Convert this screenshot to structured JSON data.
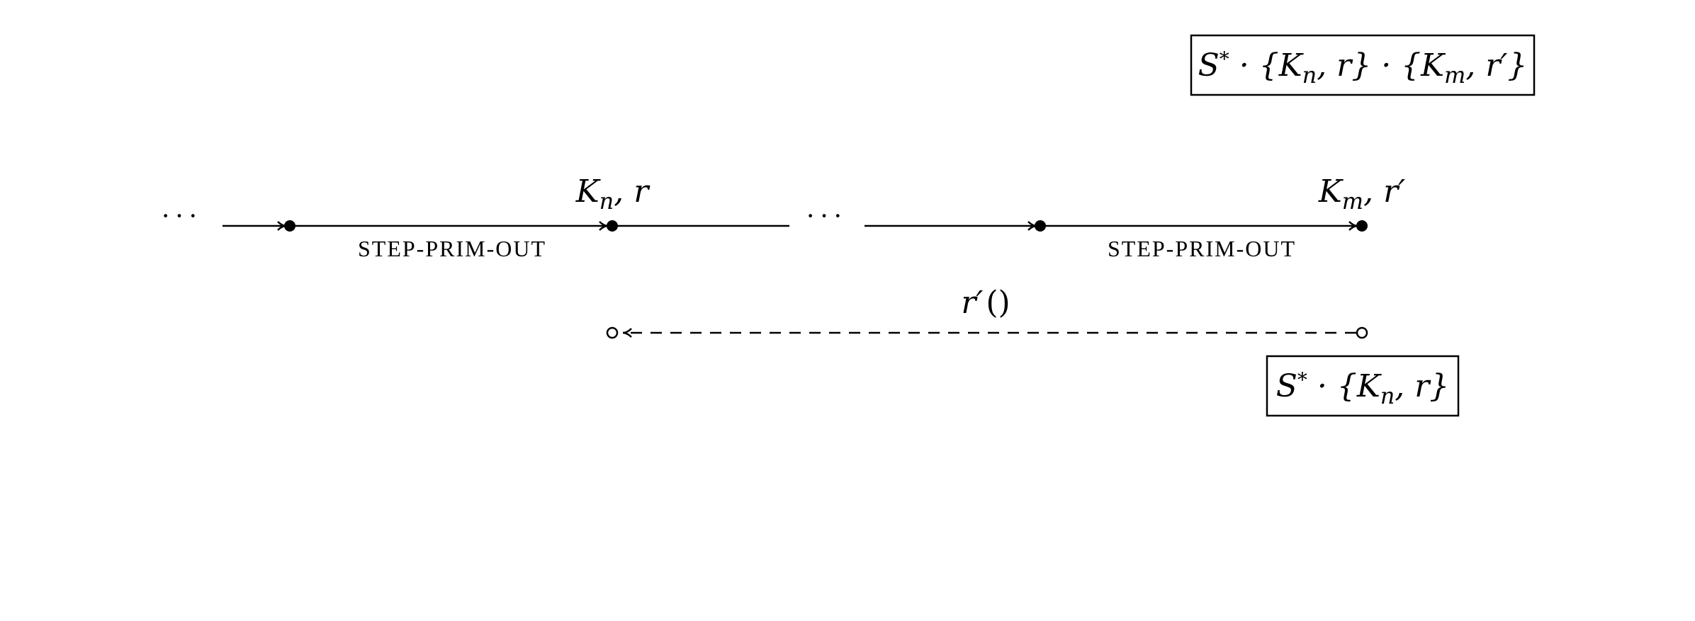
{
  "ellipsis": "···",
  "nodes": {
    "kn_r": {
      "base": "K",
      "sub": "n",
      "rest": ", r"
    },
    "km_r2": {
      "base": "K",
      "sub": "m",
      "rest": ", r′"
    }
  },
  "edges": {
    "rule1": "STEP-PRIM-OUT",
    "rule2": "STEP-PRIM-OUT",
    "return_label": {
      "fn": "r′",
      "args": "()"
    }
  },
  "boxes": {
    "top": {
      "s": "S",
      "star": "*",
      "p1": " · {K",
      "sub1": "n",
      "p2": ", r} · {K",
      "sub2": "m",
      "p3": ", r′}"
    },
    "bottom": {
      "s": "S",
      "star": "*",
      "p1": " · {K",
      "sub1": "n",
      "p2": ", r}"
    }
  }
}
